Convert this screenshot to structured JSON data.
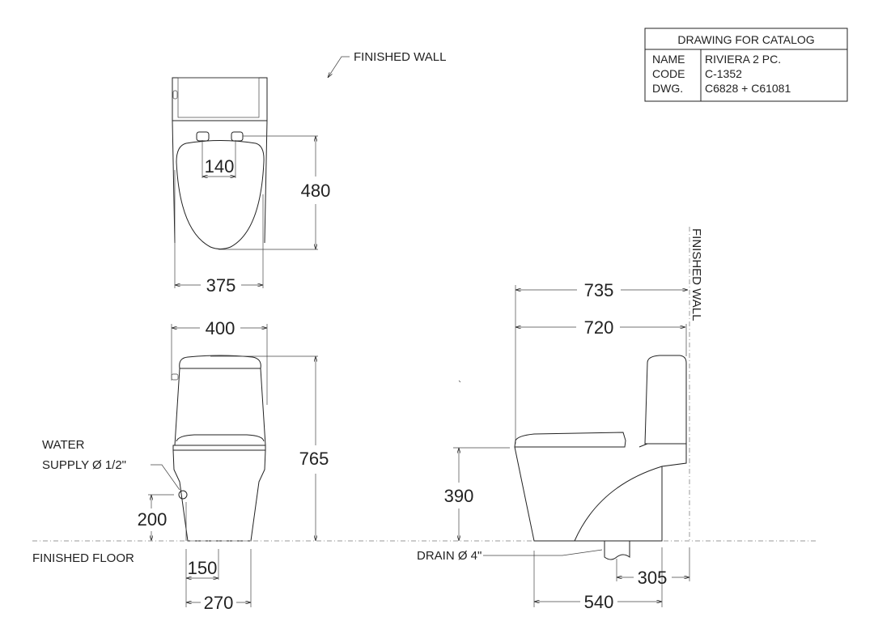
{
  "title_block": {
    "heading": "DRAWING FOR CATALOG",
    "rows": [
      {
        "key": "NAME",
        "value": "RIVIERA 2 PC."
      },
      {
        "key": "CODE",
        "value": "C-1352"
      },
      {
        "key": "DWG.",
        "value": "C6828 + C61081"
      }
    ]
  },
  "labels": {
    "finished_wall_top": "FINISHED WALL",
    "finished_wall_side": "FINISHED WALL",
    "water_supply_1": "WATER",
    "water_supply_2": "SUPPLY Ø 1/2\"",
    "finished_floor": "FINISHED FLOOR",
    "drain": "DRAIN Ø 4\""
  },
  "dimensions": {
    "top_view": {
      "hinge_spacing": "140",
      "seat_length": "480",
      "width": "375"
    },
    "front_view": {
      "width": "400",
      "height": "765",
      "supply_height": "200",
      "outlet_150": "150",
      "base_width": "270"
    },
    "side_view": {
      "overall_depth": "735",
      "depth": "720",
      "seat_height": "390",
      "rough_in": "305",
      "base_length": "540"
    }
  }
}
